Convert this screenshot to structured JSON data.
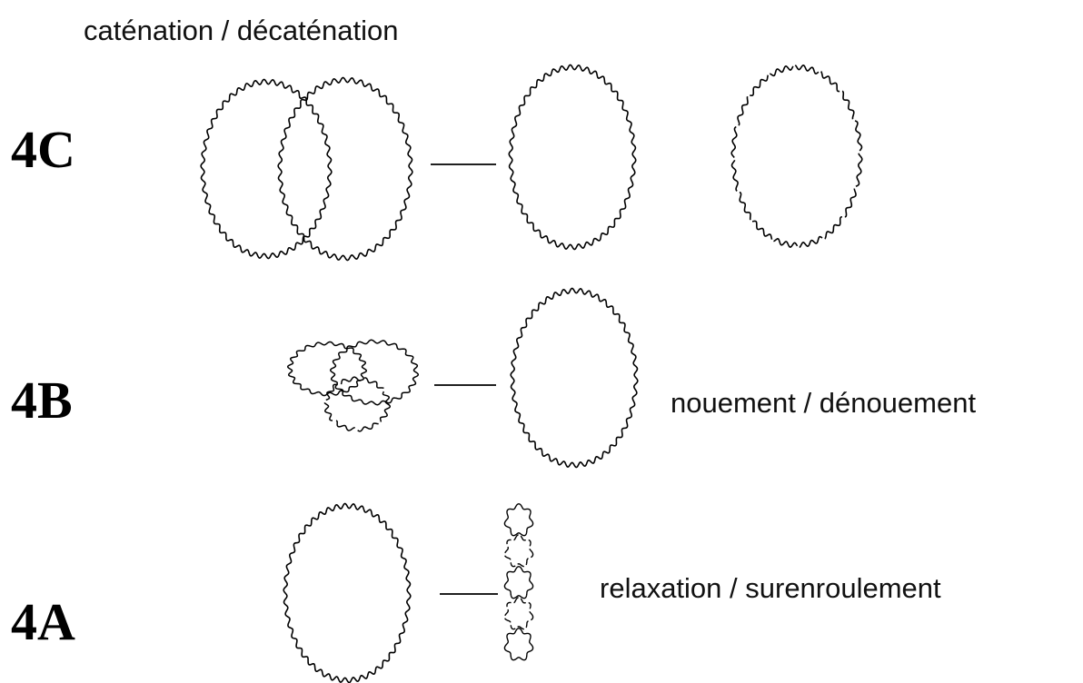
{
  "panels": [
    {
      "label": "4C",
      "caption": "caténation / décaténation"
    },
    {
      "label": "4B",
      "caption": "nouement / dénouement"
    },
    {
      "label": "4A",
      "caption": "relaxation / surenroulement"
    }
  ],
  "colors": {
    "ink": "#000000",
    "background": "#ffffff"
  }
}
